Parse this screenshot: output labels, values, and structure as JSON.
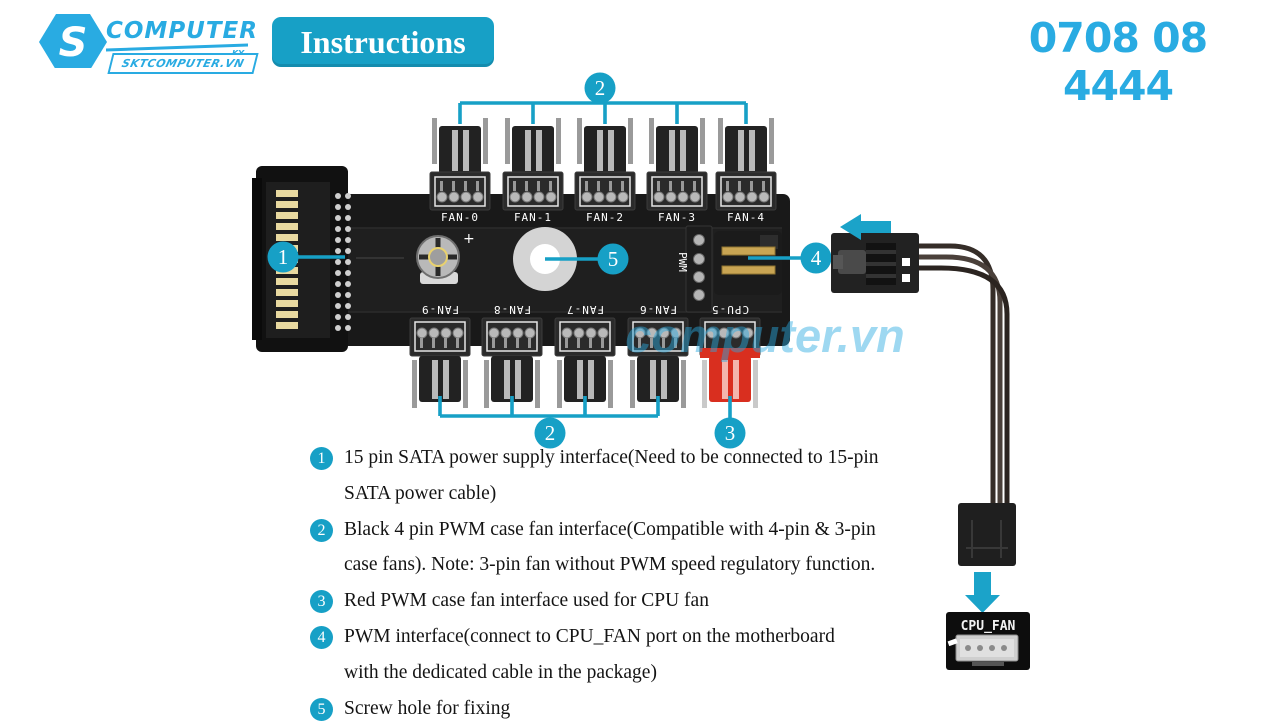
{
  "header": {
    "logo": {
      "brand": "COMPUTER",
      "tag": "KY",
      "sub": "SKTCOMPUTER.VN"
    },
    "title": "Instructions",
    "phone": "0708 08 4444"
  },
  "colors": {
    "accent": "#17a0c6",
    "blue": "#29abe2",
    "red": "#d92f1f",
    "board": "#1a1a1a"
  },
  "diagram": {
    "top_ports": [
      "FAN-0",
      "FAN-1",
      "FAN-2",
      "FAN-3",
      "FAN-4"
    ],
    "bottom_ports": [
      "FAN-9",
      "FAN-8",
      "FAN-7",
      "FAN-6",
      "CPU-5"
    ],
    "pwm_label": "PWM",
    "plus_label": "+",
    "cpu_fan_label": "CPU_FAN",
    "watermark": "computer.vn",
    "callout_1": "1",
    "callout_2_top": "2",
    "callout_2_bottom": "2",
    "callout_3": "3",
    "callout_4": "4",
    "callout_5": "5"
  },
  "legend": {
    "items": [
      {
        "num": "1",
        "lines": [
          "15 pin SATA power supply interface(Need to be connected to 15-pin",
          "SATA power cable)"
        ]
      },
      {
        "num": "2",
        "lines": [
          "Black 4 pin PWM case fan interface(Compatible with 4-pin & 3-pin",
          "case fans). Note: 3-pin fan without PWM speed regulatory function."
        ]
      },
      {
        "num": "3",
        "lines": [
          "Red PWM case fan interface used for CPU fan"
        ]
      },
      {
        "num": "4",
        "lines": [
          "PWM interface(connect to CPU_FAN port on the motherboard",
          "with the dedicated cable in the package)"
        ]
      },
      {
        "num": "5",
        "lines": [
          "Screw hole for fixing"
        ]
      }
    ]
  }
}
